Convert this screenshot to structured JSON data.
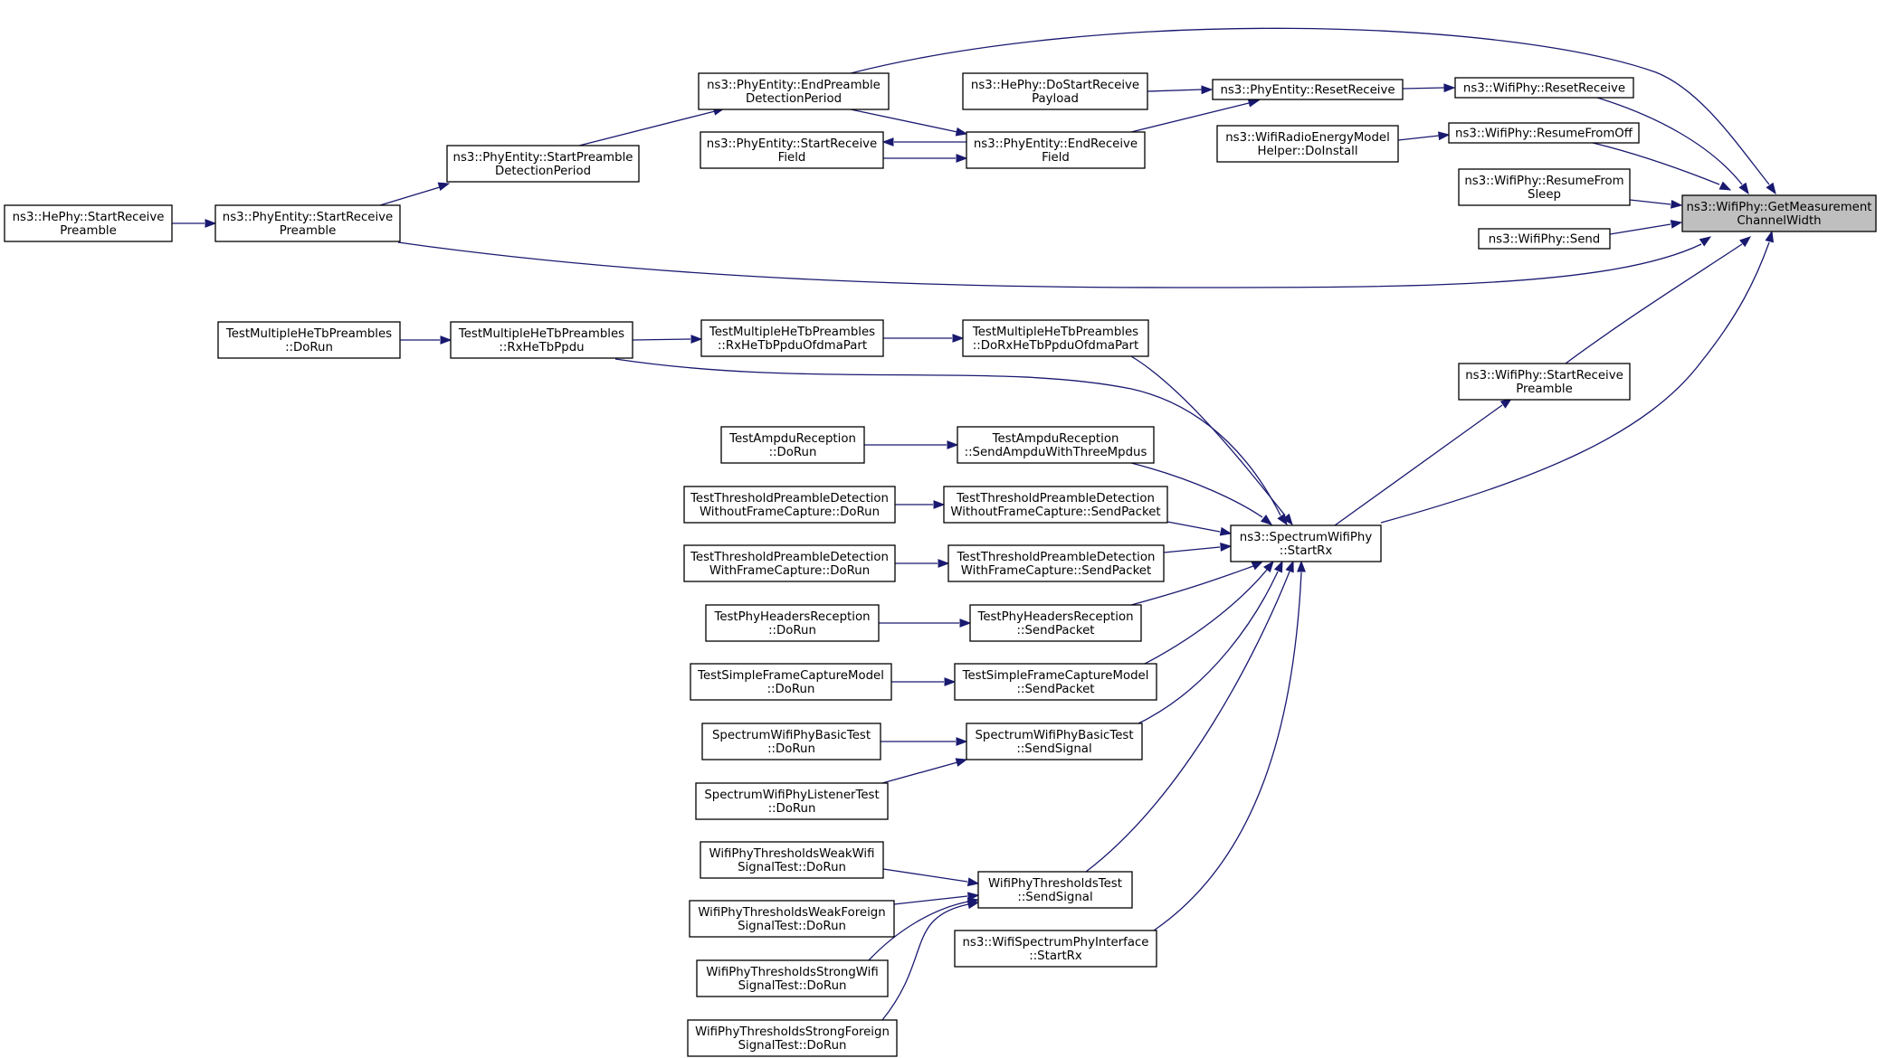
{
  "graph": {
    "colors": {
      "edge": "#191970",
      "node_border": "#000000",
      "focus_fill": "#bfbfbf",
      "node_fill": "#ffffff"
    },
    "nodes": {
      "getmeas": {
        "lines": [
          "ns3::WifiPhy::GetMeasurement",
          "ChannelWidth"
        ],
        "focus": true
      },
      "hephy_dsrp": {
        "lines": [
          "ns3::HePhy::DoStartReceive",
          "Payload"
        ]
      },
      "pe_resetreceive": {
        "lines": [
          "ns3::PhyEntity::ResetReceive"
        ]
      },
      "wp_resetreceive": {
        "lines": [
          "ns3::WifiPhy::ResetReceive"
        ]
      },
      "pe_endpreamble": {
        "lines": [
          "ns3::PhyEntity::EndPreamble",
          "DetectionPeriod"
        ]
      },
      "wrem_doinstall": {
        "lines": [
          "ns3::WifiRadioEnergyModel",
          "Helper::DoInstall"
        ]
      },
      "wp_resumefromoff": {
        "lines": [
          "ns3::WifiPhy::ResumeFromOff"
        ]
      },
      "pe_startpreambledp": {
        "lines": [
          "ns3::PhyEntity::StartPreamble",
          "DetectionPeriod"
        ]
      },
      "pe_startreceivefield": {
        "lines": [
          "ns3::PhyEntity::StartReceive",
          "Field"
        ]
      },
      "pe_endreceivefield": {
        "lines": [
          "ns3::PhyEntity::EndReceive",
          "Field"
        ]
      },
      "wp_resumefromsleep": {
        "lines": [
          "ns3::WifiPhy::ResumeFrom",
          "Sleep"
        ]
      },
      "hephy_srp": {
        "lines": [
          "ns3::HePhy::StartReceive",
          "Preamble"
        ]
      },
      "pe_srp": {
        "lines": [
          "ns3::PhyEntity::StartReceive",
          "Preamble"
        ]
      },
      "wp_send": {
        "lines": [
          "ns3::WifiPhy::Send"
        ]
      },
      "tmhe_dorun": {
        "lines": [
          "TestMultipleHeTbPreambles",
          "::DoRun"
        ]
      },
      "tmhe_rxhetbppdu": {
        "lines": [
          "TestMultipleHeTbPreambles",
          "::RxHeTbPpdu"
        ]
      },
      "tmhe_rxofdma": {
        "lines": [
          "TestMultipleHeTbPreambles",
          "::RxHeTbPpduOfdmaPart"
        ]
      },
      "tmhe_dorxofdma": {
        "lines": [
          "TestMultipleHeTbPreambles",
          "::DoRxHeTbPpduOfdmaPart"
        ]
      },
      "wp_startreceivepreamble": {
        "lines": [
          "ns3::WifiPhy::StartReceive",
          "Preamble"
        ]
      },
      "tar_dorun": {
        "lines": [
          "TestAmpduReception",
          "::DoRun"
        ]
      },
      "tar_sendampdu": {
        "lines": [
          "TestAmpduReception",
          "::SendAmpduWithThreeMpdus"
        ]
      },
      "tpdwo_dorun": {
        "lines": [
          "TestThresholdPreambleDetection",
          "WithoutFrameCapture::DoRun"
        ]
      },
      "tpdwo_send": {
        "lines": [
          "TestThresholdPreambleDetection",
          "WithoutFrameCapture::SendPacket"
        ]
      },
      "swp_startrx": {
        "lines": [
          "ns3::SpectrumWifiPhy",
          "::StartRx"
        ]
      },
      "tpdw_dorun": {
        "lines": [
          "TestThresholdPreambleDetection",
          "WithFrameCapture::DoRun"
        ]
      },
      "tpdw_send": {
        "lines": [
          "TestThresholdPreambleDetection",
          "WithFrameCapture::SendPacket"
        ]
      },
      "tphr_dorun": {
        "lines": [
          "TestPhyHeadersReception",
          "::DoRun"
        ]
      },
      "tphr_send": {
        "lines": [
          "TestPhyHeadersReception",
          "::SendPacket"
        ]
      },
      "tsfcm_dorun": {
        "lines": [
          "TestSimpleFrameCaptureModel",
          "::DoRun"
        ]
      },
      "tsfcm_send": {
        "lines": [
          "TestSimpleFrameCaptureModel",
          "::SendPacket"
        ]
      },
      "swpbt_dorun": {
        "lines": [
          "SpectrumWifiPhyBasicTest",
          "::DoRun"
        ]
      },
      "swpbt_send": {
        "lines": [
          "SpectrumWifiPhyBasicTest",
          "::SendSignal"
        ]
      },
      "swplt_dorun": {
        "lines": [
          "SpectrumWifiPhyListenerTest",
          "::DoRun"
        ]
      },
      "wpt_weakwifi": {
        "lines": [
          "WifiPhyThresholdsWeakWifi",
          "SignalTest::DoRun"
        ]
      },
      "wpt_send": {
        "lines": [
          "WifiPhyThresholdsTest",
          "::SendSignal"
        ]
      },
      "wpt_weakforeign": {
        "lines": [
          "WifiPhyThresholdsWeakForeign",
          "SignalTest::DoRun"
        ]
      },
      "wspi_startrx": {
        "lines": [
          "ns3::WifiSpectrumPhyInterface",
          "::StartRx"
        ]
      },
      "wpt_strongwifi": {
        "lines": [
          "WifiPhyThresholdsStrongWifi",
          "SignalTest::DoRun"
        ]
      },
      "wpt_strongforeign": {
        "lines": [
          "WifiPhyThresholdsStrongForeign",
          "SignalTest::DoRun"
        ]
      }
    }
  }
}
